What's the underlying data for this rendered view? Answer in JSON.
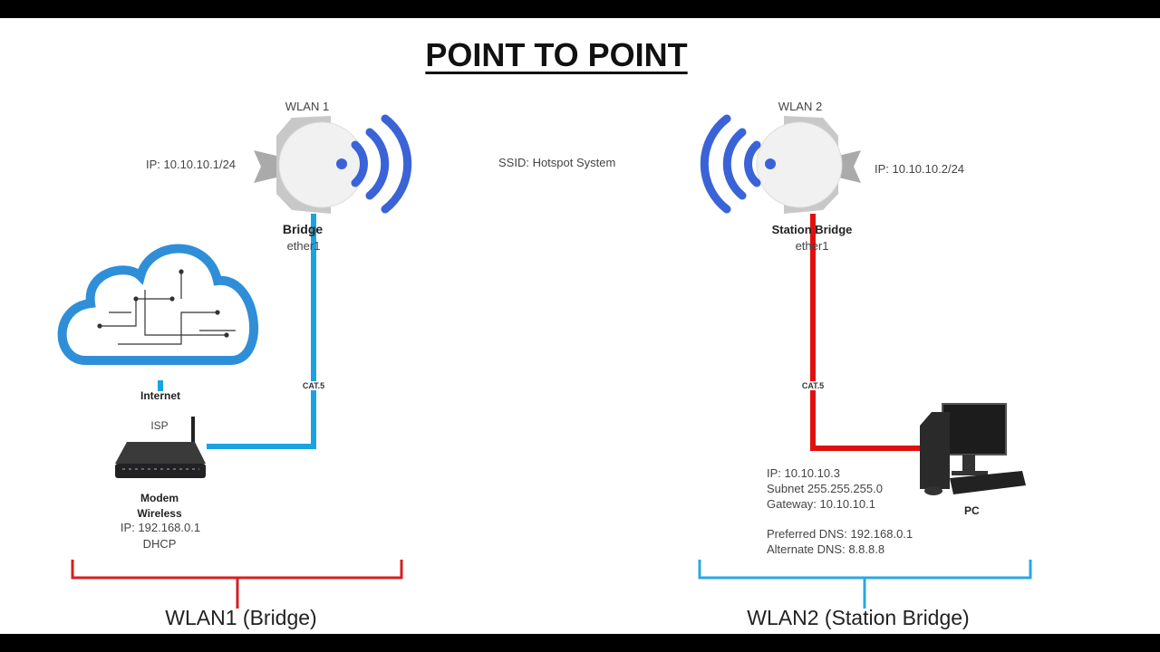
{
  "title": "POINT TO POINT",
  "ssid": "SSID: Hotspot System",
  "wlan1": {
    "label": "WLAN 1",
    "ip": "IP: 10.10.10.1/24",
    "mode": "Bridge",
    "port": "ether1",
    "cable": "CAT.5",
    "cable_color": "#1aa3e0"
  },
  "wlan2": {
    "label": "WLAN 2",
    "ip": "IP: 10.10.10.2/24",
    "mode": "Station Bridge",
    "port": "ether1",
    "cable": "CAT.5",
    "cable_color": "#e01010"
  },
  "internet": {
    "label": "Internet",
    "isp": "ISP"
  },
  "modem": {
    "name_line1": "Modem",
    "name_line2": "Wireless",
    "ip": "IP: 192.168.0.1",
    "dhcp": "DHCP"
  },
  "pc": {
    "label": "PC",
    "ip": "IP: 10.10.10.3",
    "subnet": "Subnet 255.255.255.0",
    "gateway": "Gateway: 10.10.10.1",
    "dns1": "Preferred DNS: 192.168.0.1",
    "dns2": "Alternate DNS: 8.8.8.8"
  },
  "groups": {
    "left": "WLAN1 (Bridge)",
    "right": "WLAN2 (Station Bridge)",
    "left_color": "#d42020",
    "right_color": "#2aa8e0"
  },
  "wifi_color": "#3b63d8"
}
